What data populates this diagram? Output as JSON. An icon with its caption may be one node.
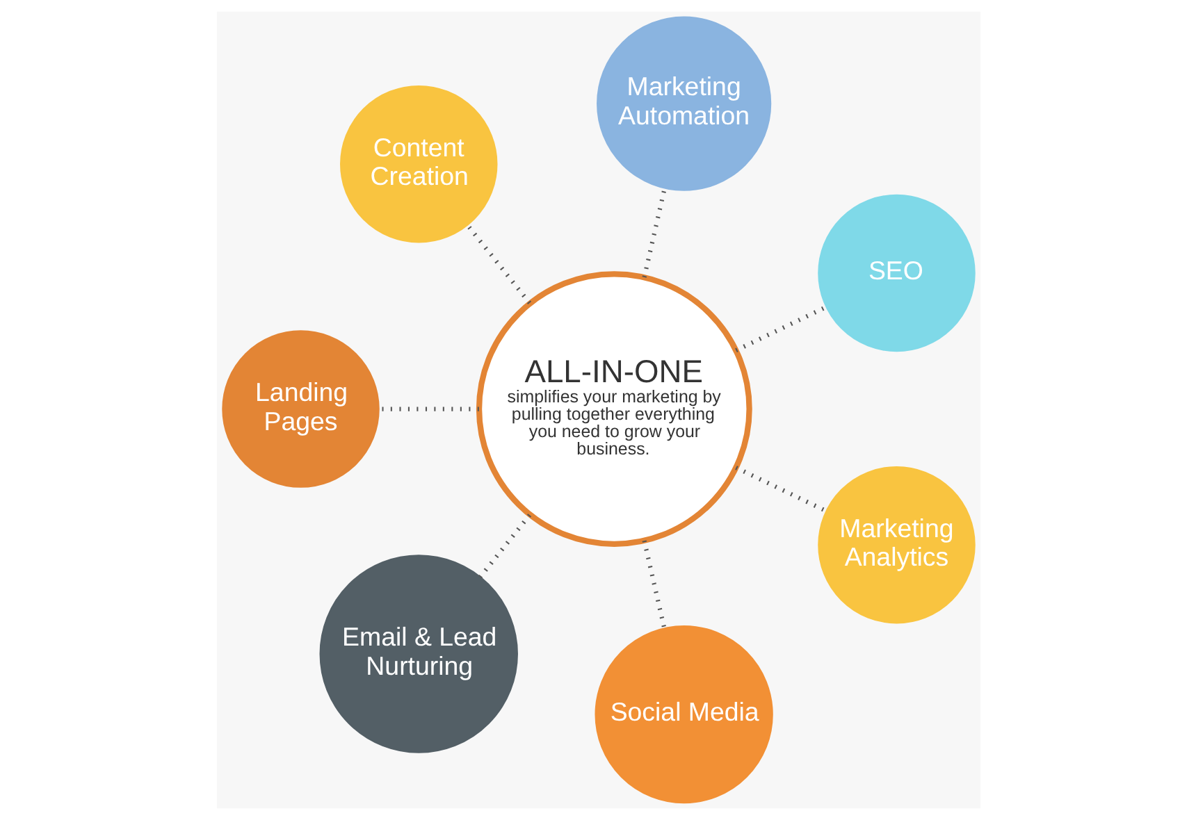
{
  "diagram": {
    "nodes": [
      {
        "text": [
          "ALL-IN-ONE",
          "simplifies your marketing by pulling together everything you need to grow your business."
        ]
      },
      {
        "text": [
          "SEO"
        ]
      },
      {
        "text": [
          "Marketing Automation"
        ]
      },
      {
        "text": [
          "Content Creation"
        ]
      },
      {
        "text": [
          "Landing Pages"
        ]
      },
      {
        "text": [
          "Email & Lead Nurturing"
        ]
      },
      {
        "text": [
          "Social Media"
        ]
      },
      {
        "text": [
          "Marketing Analytics"
        ]
      }
    ],
    "edges": [
      {
        "from": 0,
        "to": 1,
        "arrow": "none",
        "style": "dashed"
      },
      {
        "from": 0,
        "to": 2,
        "arrow": "none",
        "style": "dashed"
      },
      {
        "from": 0,
        "to": 3,
        "arrow": "none",
        "style": "dashed"
      },
      {
        "from": 0,
        "to": 4,
        "arrow": "none",
        "style": "dashed"
      },
      {
        "from": 0,
        "to": 5,
        "arrow": "none",
        "style": "dashed"
      },
      {
        "from": 0,
        "to": 6,
        "arrow": "none",
        "style": "dashed"
      },
      {
        "from": 0,
        "to": 7,
        "arrow": "none",
        "style": "dashed"
      }
    ]
  }
}
